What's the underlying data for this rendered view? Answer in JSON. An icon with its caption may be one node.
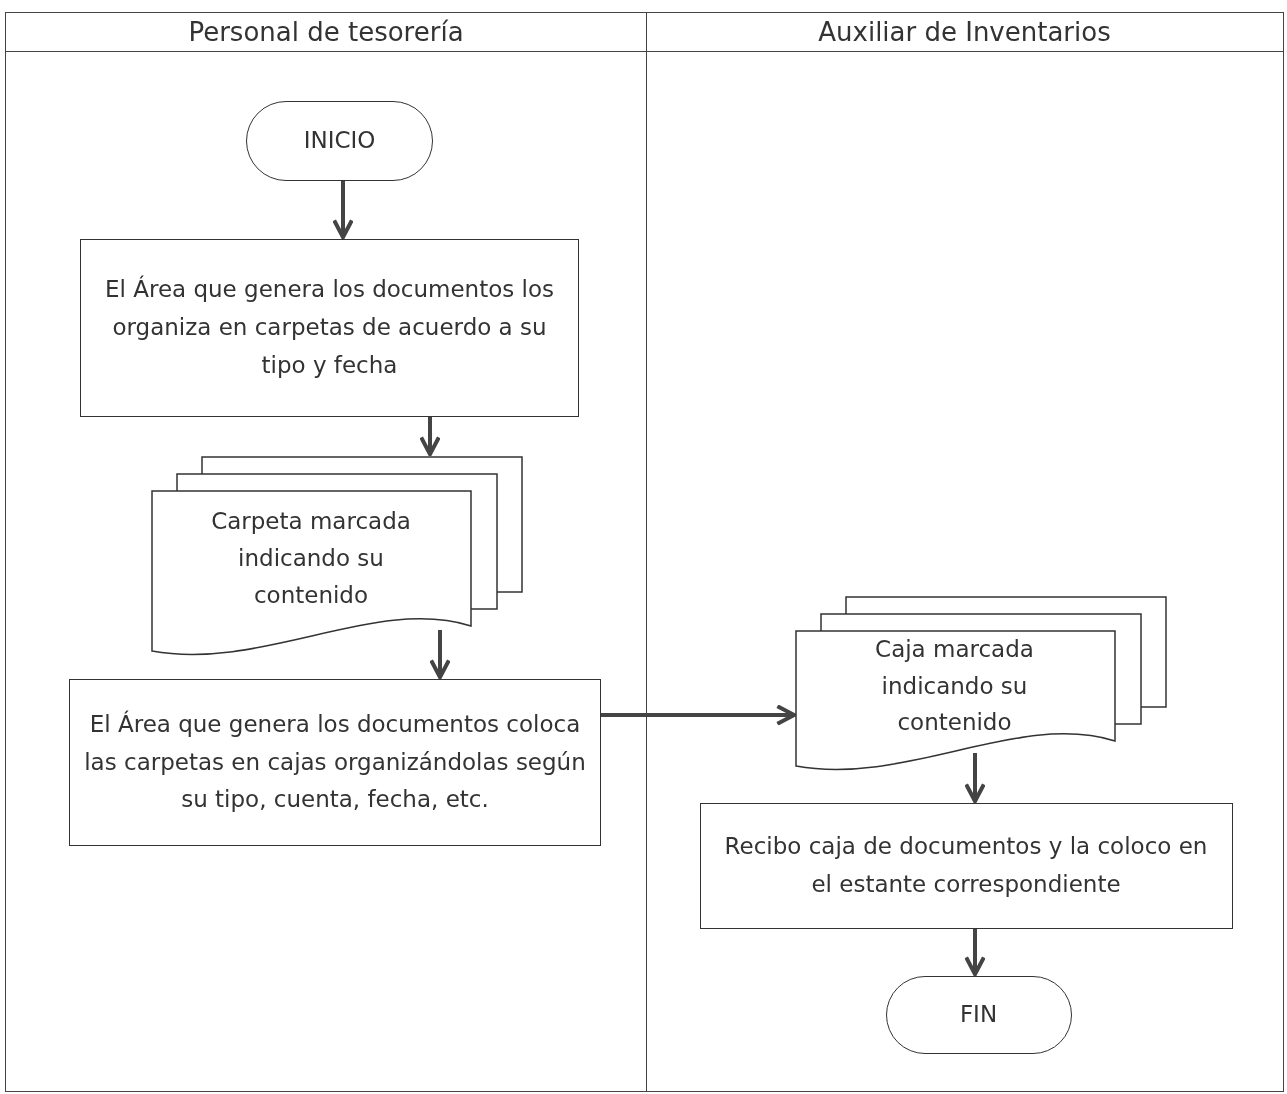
{
  "diagram": {
    "nodes": [
      {
        "text": [
          "Personal de tesorería"
        ]
      },
      {
        "text": [
          "Auxiliar de Inventarios"
        ]
      },
      {
        "text": [
          "INICIO"
        ],
        "in": 0
      },
      {
        "text": [
          "El Área que genera los documentos los organiza en carpetas de acuerdo a su tipo y fecha"
        ],
        "in": 0
      },
      {
        "text": [
          "Carpeta marcada indicando su contenido"
        ],
        "in": 0
      },
      {
        "text": [
          "El Área que genera los documentos coloca las carpetas en cajas organizándolas según su tipo, cuenta, fecha, etc."
        ],
        "in": 0
      },
      {
        "text": [
          "Caja marcada indicando su contenido"
        ],
        "in": 1
      },
      {
        "text": [
          "Recibo caja de documentos y la coloco en el estante correspondiente"
        ],
        "in": 1
      },
      {
        "text": [
          "FIN"
        ],
        "in": 1
      }
    ],
    "edges": [
      {
        "from": 2,
        "to": 3,
        "arrow": "to"
      },
      {
        "from": 3,
        "to": 4,
        "arrow": "to"
      },
      {
        "from": 4,
        "to": 5,
        "arrow": "to"
      },
      {
        "from": 5,
        "to": 6,
        "arrow": "to"
      },
      {
        "from": 6,
        "to": 7,
        "arrow": "to"
      },
      {
        "from": 7,
        "to": 8,
        "arrow": "to"
      }
    ]
  }
}
